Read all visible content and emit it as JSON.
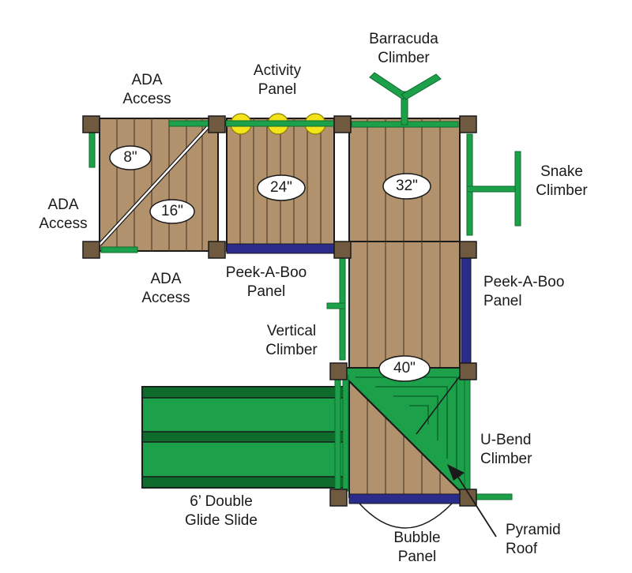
{
  "colors": {
    "wood": "#b2926c",
    "wood_line": "#5a4630",
    "post": "#6f5a40",
    "green": "#1da04a",
    "dark_green": "#0d6b2c",
    "blue": "#2b2b8c",
    "yellow": "#f4e21a",
    "outline": "#1a1a1a"
  },
  "labels": {
    "barracuda_climber": [
      "Barracuda",
      "Climber"
    ],
    "activity_panel": [
      "Activity",
      "Panel"
    ],
    "ada_access_top": [
      "ADA",
      "Access"
    ],
    "ada_access_left": [
      "ADA",
      "Access"
    ],
    "ada_access_bottom": [
      "ADA",
      "Access"
    ],
    "snake_climber": [
      "Snake",
      "Climber"
    ],
    "peek_a_boo_panel_left": [
      "Peek-A-Boo",
      "Panel"
    ],
    "peek_a_boo_panel_right": [
      "Peek-A-Boo",
      "Panel"
    ],
    "vertical_climber": [
      "Vertical",
      "Climber"
    ],
    "u_bend_climber": [
      "U-Bend",
      "Climber"
    ],
    "double_glide_slide": [
      "6’ Double",
      "Glide Slide"
    ],
    "pyramid_roof": [
      "Pyramid",
      "Roof"
    ],
    "bubble_panel": [
      "Bubble",
      "Panel"
    ]
  },
  "deck_sizes": {
    "ada_upper": "8\"",
    "ada_lower": "16\"",
    "activity": "24\"",
    "barracuda": "32\"",
    "tower": "40\""
  }
}
